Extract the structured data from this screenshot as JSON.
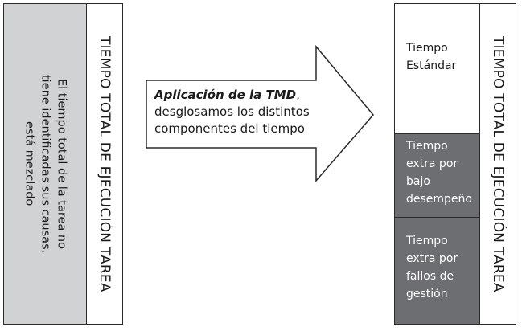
{
  "left": {
    "description": "El tiempo total de la tarea no tiene identificadas sus causas, está mezclado",
    "label": "TIEMPO TOTAL DE EJECUCIÓN TAREA"
  },
  "arrow": {
    "title": "Aplicación de la TMD",
    "title_suffix": ",",
    "line2": "desglosamos los distintos",
    "line3": "componentes del tiempo"
  },
  "right": {
    "segments": [
      {
        "label": "Tiempo Estándar"
      },
      {
        "label": "Tiempo extra por bajo desempeño"
      },
      {
        "label": "Tiempo extra por fallos de gestión"
      }
    ],
    "label": "TIEMPO TOTAL DE EJECUCIÓN TAREA"
  },
  "colors": {
    "light_gray": "#d1d2d4",
    "dark_gray": "#6d6e71"
  }
}
